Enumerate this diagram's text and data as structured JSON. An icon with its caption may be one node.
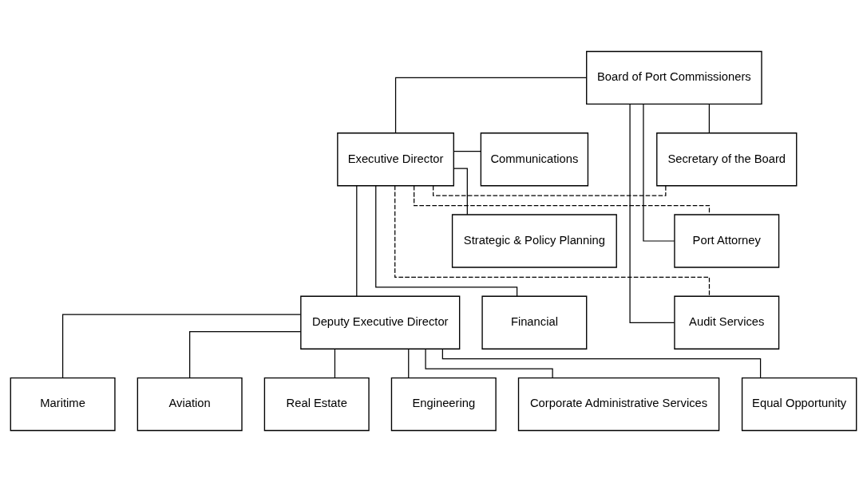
{
  "diagram": {
    "nodes": [
      {
        "text": [
          "Board of Port Commissioners"
        ]
      },
      {
        "text": [
          "Communications"
        ]
      },
      {
        "text": [
          "Executive Director"
        ]
      },
      {
        "text": [
          "Secretary of the Board"
        ]
      },
      {
        "text": [
          "Strategic & Policy Planning"
        ]
      },
      {
        "text": [
          "Port Attorney"
        ]
      },
      {
        "text": [
          "Deputy Executive Director"
        ]
      },
      {
        "text": [
          "Financial"
        ]
      },
      {
        "text": [
          "Audit Services"
        ]
      },
      {
        "text": [
          "Maritime"
        ]
      },
      {
        "text": [
          "Aviation"
        ]
      },
      {
        "text": [
          "Real Estate"
        ]
      },
      {
        "text": [
          "Engineering"
        ]
      },
      {
        "text": [
          "Corporate Administrative Services"
        ]
      },
      {
        "text": [
          "Equal Opportunity"
        ]
      }
    ],
    "edges": [
      {
        "from": 0,
        "to": 2,
        "arrow": "none"
      },
      {
        "from": 0,
        "to": 3,
        "arrow": "none"
      },
      {
        "from": 0,
        "to": 5,
        "arrow": "none"
      },
      {
        "from": 0,
        "to": 8,
        "arrow": "none"
      },
      {
        "from": 2,
        "to": 1,
        "arrow": "none"
      },
      {
        "from": 2,
        "to": 4,
        "arrow": "none"
      },
      {
        "from": 2,
        "to": 7,
        "arrow": "none"
      },
      {
        "from": 2,
        "to": 3,
        "arrow": "none",
        "style": "dashed"
      },
      {
        "from": 2,
        "to": 5,
        "arrow": "none",
        "style": "dashed"
      },
      {
        "from": 2,
        "to": 8,
        "arrow": "none",
        "style": "dashed"
      },
      {
        "from": 2,
        "to": 6,
        "arrow": "none"
      },
      {
        "from": 6,
        "to": 9,
        "arrow": "none"
      },
      {
        "from": 6,
        "to": 10,
        "arrow": "none"
      },
      {
        "from": 6,
        "to": 11,
        "arrow": "none"
      },
      {
        "from": 6,
        "to": 12,
        "arrow": "none"
      },
      {
        "from": 6,
        "to": 13,
        "arrow": "none"
      },
      {
        "from": 6,
        "to": 14,
        "arrow": "none"
      }
    ]
  }
}
